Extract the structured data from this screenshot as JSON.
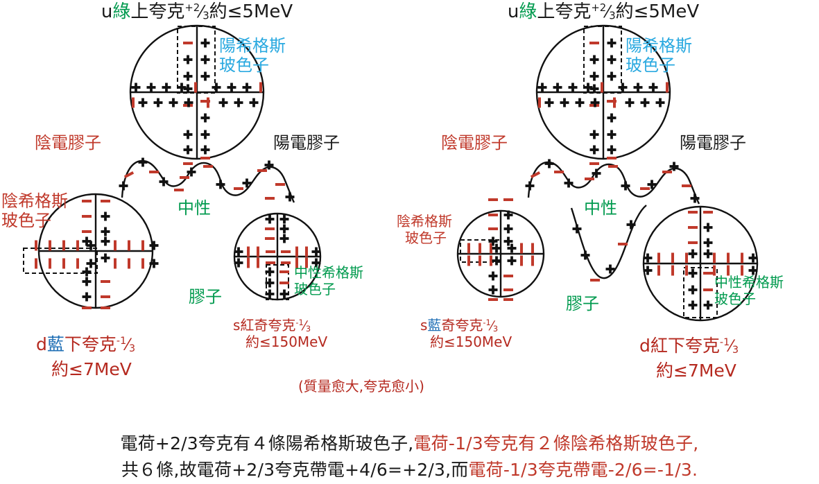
{
  "meta": {
    "doc_type": "physics-diagram",
    "language": "zh-Hant"
  },
  "colors": {
    "red": "#c0392b",
    "green": "#009a4e",
    "cyan": "#2aa9e0",
    "blue": "#1f6fb5",
    "black": "#1a1a1a",
    "background": "#ffffff"
  },
  "left_group": {
    "up_quark": {
      "symbol": "u",
      "color_word": "綠",
      "name": "上夸克",
      "charge_sign": "+",
      "charge_num": "2",
      "charge_den": "3",
      "mass": "約≤5MeV",
      "full": "u綠上夸克"
    },
    "down_quark": {
      "symbol": "d",
      "color_word": "藍",
      "name": "下夸克",
      "charge_sign": "-",
      "charge_num": "1",
      "charge_den": "3",
      "mass": "約≤7MeV",
      "full": "d藍下夸克"
    },
    "strange_quark": {
      "symbol": "s",
      "color_word": "紅",
      "name": "奇夸克",
      "charge_sign": "-",
      "charge_num": "1",
      "charge_den": "3",
      "mass": "約≤150MeV",
      "full": "s紅奇夸克"
    },
    "labels": {
      "positive_higgs": "陽希格斯\n玻色子",
      "positive_higgs_l1": "陽希格斯",
      "positive_higgs_l2": "玻色子",
      "negative_higgs_l1": "陰希格斯",
      "negative_higgs_l2": "玻色子",
      "neutral_higgs_l1": "中性希格斯",
      "neutral_higgs_l2": "玻色子",
      "negative_gluon": "陰電膠子",
      "positive_gluon": "陽電膠子",
      "neutral": "中性",
      "gluon": "膠子"
    }
  },
  "right_group": {
    "up_quark": {
      "symbol": "u",
      "color_word": "綠",
      "name": "上夸克",
      "charge_sign": "+",
      "charge_num": "2",
      "charge_den": "3",
      "mass": "約≤5MeV",
      "full": "u綠上夸克"
    },
    "down_quark": {
      "symbol": "d",
      "color_word": "紅",
      "name": "下夸克",
      "charge_sign": "-",
      "charge_num": "1",
      "charge_den": "3",
      "mass": "約≤7MeV",
      "full": "d紅下夸克"
    },
    "strange_quark": {
      "symbol": "s",
      "color_word": "藍",
      "name": "奇夸克",
      "charge_sign": "-",
      "charge_num": "1",
      "charge_den": "3",
      "mass": "約≤150MeV",
      "full": "s藍奇夸克"
    },
    "labels": {
      "positive_higgs_l1": "陽希格斯",
      "positive_higgs_l2": "玻色子",
      "negative_higgs_l1": "陰希格斯",
      "negative_higgs_l2": "玻色子",
      "neutral_higgs_l1": "中性希格斯",
      "neutral_higgs_l2": "玻色子",
      "negative_gluon": "陰電膠子",
      "positive_gluon": "陽電膠子",
      "neutral": "中性",
      "gluon": "膠子"
    }
  },
  "middle_note": "(質量愈大,夸克愈小)",
  "caption": {
    "line1_part1": "電荷+2/3夸克有４條陽希格斯玻色子,",
    "line1_part2": "電荷-1/3夸克有２條陰希格斯玻色子,",
    "line2_part1": "共６條,故電荷+2/3夸克帶電+4/6=+2/3,",
    "line2_part2": "而",
    "line2_part3": "電荷-1/3夸克帶電-2/6=-1/3."
  },
  "glyphs": {
    "plus": "+",
    "minus": "−",
    "bar": "|"
  }
}
